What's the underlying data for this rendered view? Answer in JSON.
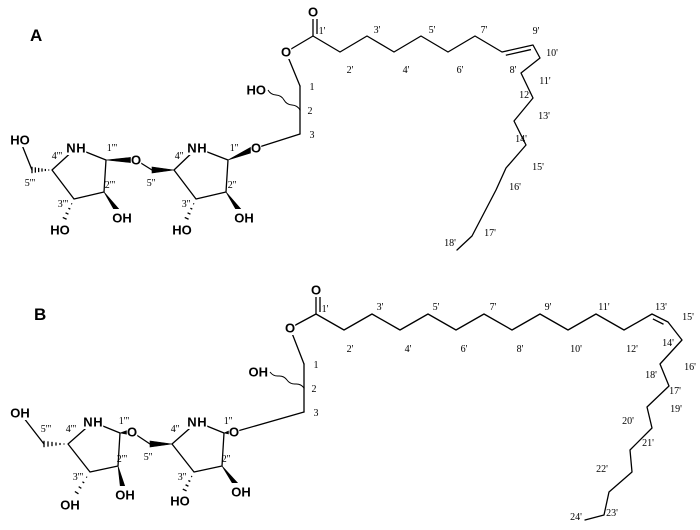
{
  "structures": [
    {
      "panel": "A",
      "atoms": {
        "o_carbonyl": "O",
        "o_ester": "O",
        "oh_glycerol": "HO",
        "o_ether": "O",
        "nh_ring1": "N",
        "h_ring1": "H",
        "o_glyco": "O",
        "nh_ring2": "N",
        "h_ring2": "H",
        "oh_terminal": "HO",
        "oh_3ppp": "HO",
        "oh_2ppp": "OH",
        "oh_3pp": "HO",
        "oh_2pp": "OH"
      },
      "glycerol_numbers": [
        "1",
        "2",
        "3"
      ],
      "ring_numbers": [
        "1''",
        "2''",
        "3''",
        "4''",
        "5''",
        "1'''",
        "2'''",
        "3'''",
        "4'''",
        "5'''"
      ],
      "chain_numbers": [
        "1'",
        "2'",
        "3'",
        "4'",
        "5'",
        "6'",
        "7'",
        "8'",
        "9'",
        "10'",
        "11'",
        "12'",
        "13'",
        "14'",
        "15'",
        "16'",
        "17'",
        "18'"
      ]
    },
    {
      "panel": "B",
      "atoms": {
        "o_carbonyl": "O",
        "o_ester": "O",
        "oh_glycerol": "OH",
        "o_ether": "O",
        "nh_ring1": "N",
        "h_ring1": "H",
        "o_glyco": "O",
        "nh_ring2": "N",
        "h_ring2": "H",
        "oh_terminal": "OH",
        "oh_3ppp": "OH",
        "oh_2ppp": "OH",
        "oh_3pp": "HO",
        "oh_2pp": "OH"
      },
      "glycerol_numbers": [
        "1",
        "2",
        "3"
      ],
      "ring_numbers": [
        "1''",
        "2''",
        "3''",
        "4''",
        "5''",
        "1'''",
        "2'''",
        "3'''",
        "4'''",
        "5'''"
      ],
      "chain_numbers": [
        "1'",
        "2'",
        "3'",
        "4'",
        "5'",
        "6'",
        "7'",
        "8'",
        "9'",
        "10'",
        "11'",
        "12'",
        "13'",
        "14'",
        "15'",
        "16'",
        "17'",
        "18'",
        "19'",
        "20'",
        "21'",
        "22'",
        "23'",
        "24'"
      ]
    }
  ]
}
